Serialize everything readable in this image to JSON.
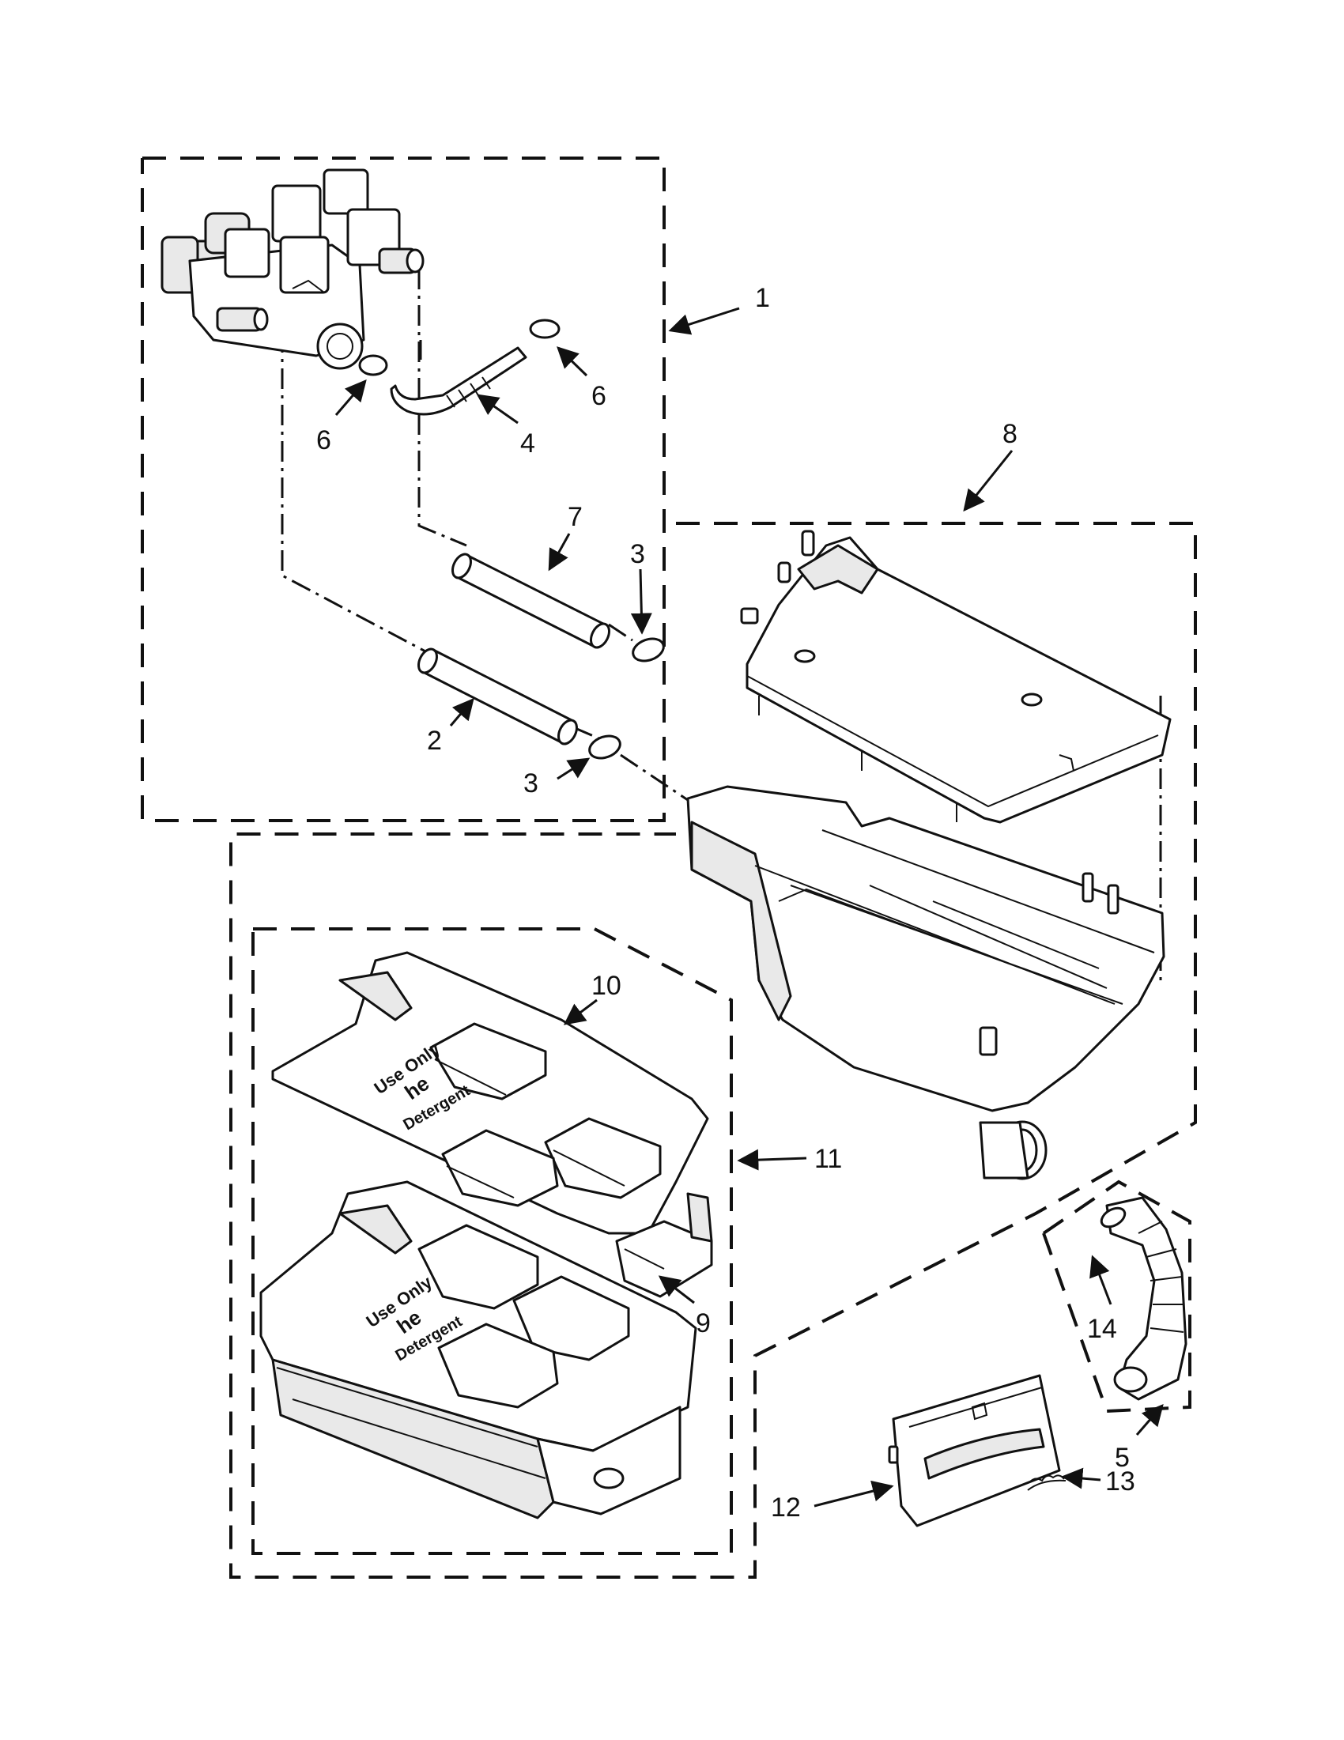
{
  "callouts": {
    "c1": "1",
    "c2": "2",
    "c3a": "3",
    "c3b": "3",
    "c4": "4",
    "c5": "5",
    "c6a": "6",
    "c6b": "6",
    "c7": "7",
    "c8": "8",
    "c9": "9",
    "c10": "10",
    "c11": "11",
    "c12": "12",
    "c13": "13",
    "c14": "14"
  },
  "tray_label": {
    "line1": "Use Only",
    "he": "he",
    "line3": "Detergent"
  },
  "colors": {
    "line": "#111111",
    "background": "#ffffff"
  }
}
